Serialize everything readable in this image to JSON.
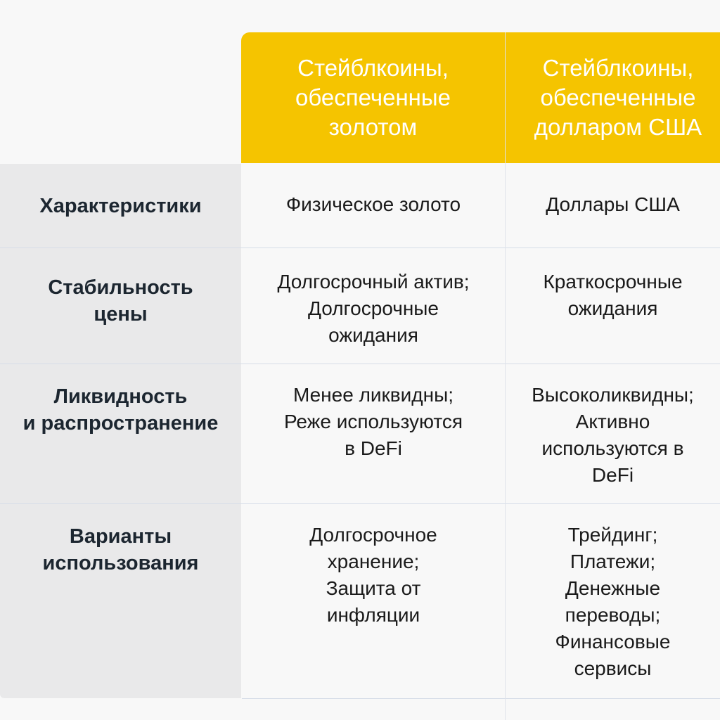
{
  "table": {
    "columns": [
      "Стейблкоины,\nобеспеченные\nзолотом",
      "Стейблкоины,\nобеспеченные\nдолларом США"
    ],
    "rows": [
      {
        "label": "Характеристики",
        "gold": "Физическое золото",
        "usd": "Доллары США"
      },
      {
        "label": "Стабильность\nцены",
        "gold": "Долгосрочный актив;\nДолгосрочные\nожидания",
        "usd": "Краткосрочные\nожидания"
      },
      {
        "label": "Ликвидность\nи распространение",
        "gold": "Менее ликвидны;\nРеже используются\nв DeFi",
        "usd": "Высоколиквидны;\nАктивно\nиспользуются в\nDeFi"
      },
      {
        "label": "Варианты\nиспользования",
        "gold": "Долгосрочное\nхранение;\nЗащита от\nинфляции",
        "usd": "Трейдинг;\nПлатежи;\nДенежные\nпереводы;\nФинансовые\nсервисы"
      }
    ]
  },
  "colors": {
    "header_bg": "#f5c400",
    "label_bg": "#e9e9ea"
  }
}
